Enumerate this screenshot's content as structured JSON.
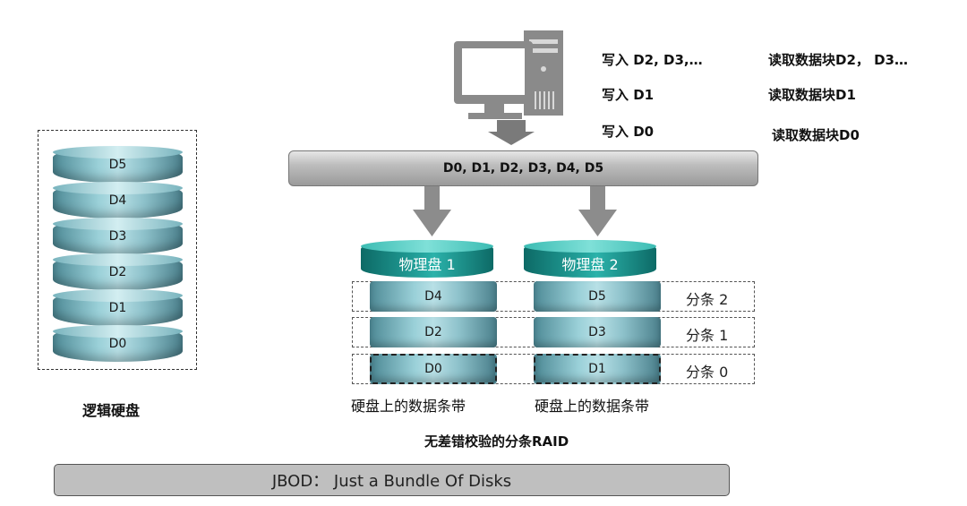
{
  "logical_disk": {
    "blocks": [
      "D5",
      "D4",
      "D3",
      "D2",
      "D1",
      "D0"
    ],
    "label": "逻辑硬盘"
  },
  "host": {
    "write_ops": [
      "写入 D2, D3,…",
      "写入 D1",
      "写入 D0"
    ],
    "read_ops": [
      "读取数据块D2， D3…",
      "读取数据块D1",
      "读取数据块D0"
    ]
  },
  "bus": {
    "label": "D0, D1, D2, D3, D4, D5"
  },
  "physical_disks": [
    {
      "name": "物理盘 1",
      "blocks": [
        "D4",
        "D2",
        "D0"
      ],
      "caption": "硬盘上的数据条带"
    },
    {
      "name": "物理盘 2",
      "blocks": [
        "D5",
        "D3",
        "D1"
      ],
      "caption": "硬盘上的数据条带"
    }
  ],
  "stripes": [
    "分条 2",
    "分条 1",
    "分条 0"
  ],
  "diagram_title": "无差错校验的分条RAID",
  "footer": "JBOD： Just a Bundle Of Disks",
  "colors": {
    "teal_dark": "#0d6a66",
    "cylinder": "#9ad0d8",
    "bus": "#bdbdbd"
  }
}
